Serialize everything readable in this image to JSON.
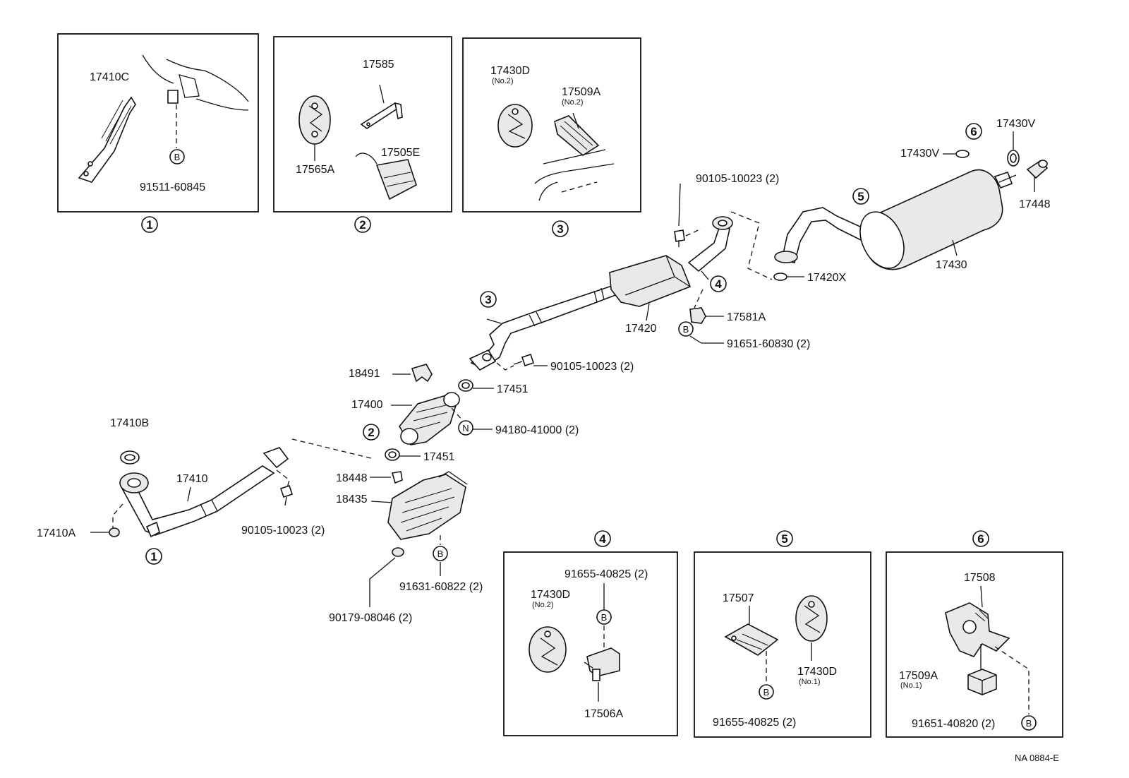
{
  "diagram_code": "NA 0884-E",
  "callouts": {
    "c1": "1",
    "c2": "2",
    "c3": "3",
    "c4": "4",
    "c5": "5",
    "c6": "6"
  },
  "fasteners": {
    "b": "B",
    "n": "N"
  },
  "inset1": {
    "number": "1",
    "part_17410C": "17410C",
    "part_91511": "91511-60845"
  },
  "inset2": {
    "number": "2",
    "part_17585": "17585",
    "part_17565A": "17565A",
    "part_17505E": "17505E"
  },
  "inset3": {
    "number": "3",
    "part_17430D": "17430D",
    "part_17430D_sub": "(No.2)",
    "part_17509A": "17509A",
    "part_17509A_sub": "(No.2)"
  },
  "inset4": {
    "number": "4",
    "part_91655": "91655-40825 (2)",
    "part_17430D": "17430D",
    "part_17430D_sub": "(No.2)",
    "part_17506A": "17506A"
  },
  "inset5": {
    "number": "5",
    "part_17507": "17507",
    "part_17430D": "17430D",
    "part_17430D_sub": "(No.1)",
    "part_91655": "91655-40825 (2)"
  },
  "inset6": {
    "number": "6",
    "part_17508": "17508",
    "part_17509A": "17509A",
    "part_17509A_sub": "(No.1)",
    "part_91651": "91651-40820 (2)"
  },
  "main": {
    "p17410B": "17410B",
    "p17410": "17410",
    "p17410A": "17410A",
    "p90105_front": "90105-10023 (2)",
    "p18448": "18448",
    "p18435": "18435",
    "p91631": "91631-60822 (2)",
    "p90179": "90179-08046 (2)",
    "p18491": "18491",
    "p17400": "17400",
    "p17451_upper": "17451",
    "p17451_lower": "17451",
    "p94180": "94180-41000 (2)",
    "p90105_mid": "90105-10023 (2)",
    "p17420": "17420",
    "p90105_top": "90105-10023 (2)",
    "p17581A": "17581A",
    "p91651": "91651-60830 (2)",
    "p17420X": "17420X",
    "p17430": "17430",
    "p17430V_left": "17430V",
    "p17430V_right": "17430V",
    "p17448": "17448"
  }
}
